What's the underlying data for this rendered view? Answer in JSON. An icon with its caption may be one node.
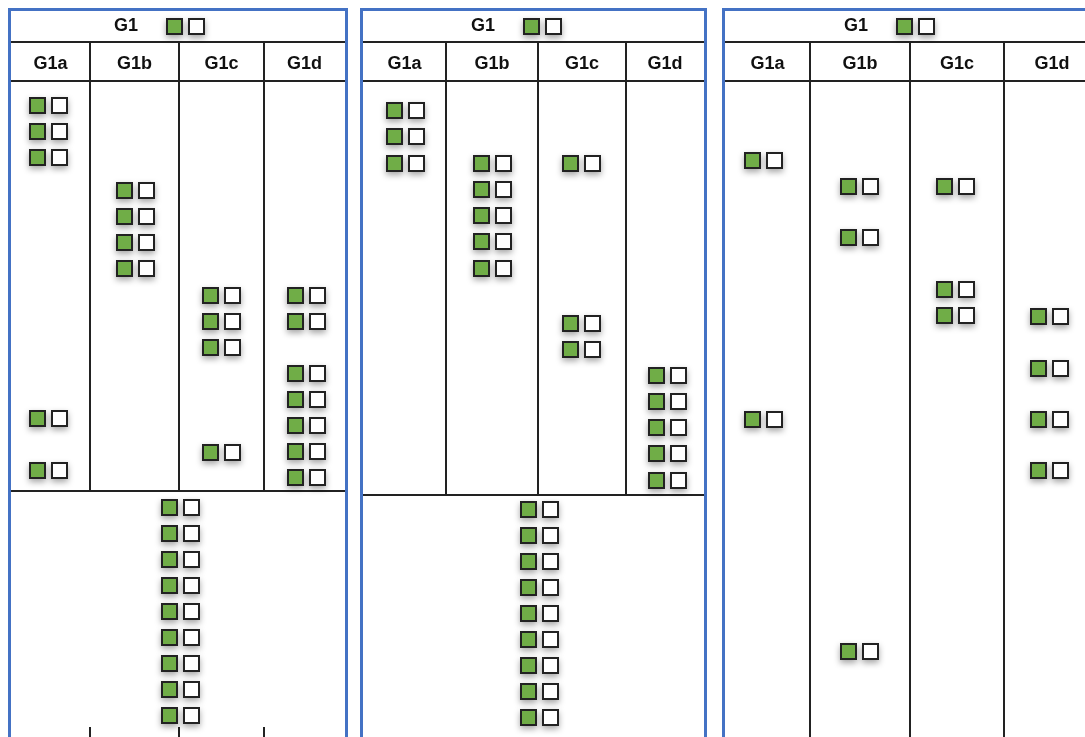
{
  "diagram": {
    "labels": [
      "G1",
      "G1a",
      "G1b",
      "G1c",
      "G1d",
      "G1",
      "G1a",
      "G1b",
      "G1c",
      "G1d",
      "G1",
      "G1a",
      "G1b",
      "G1c",
      "G1d"
    ]
  }
}
